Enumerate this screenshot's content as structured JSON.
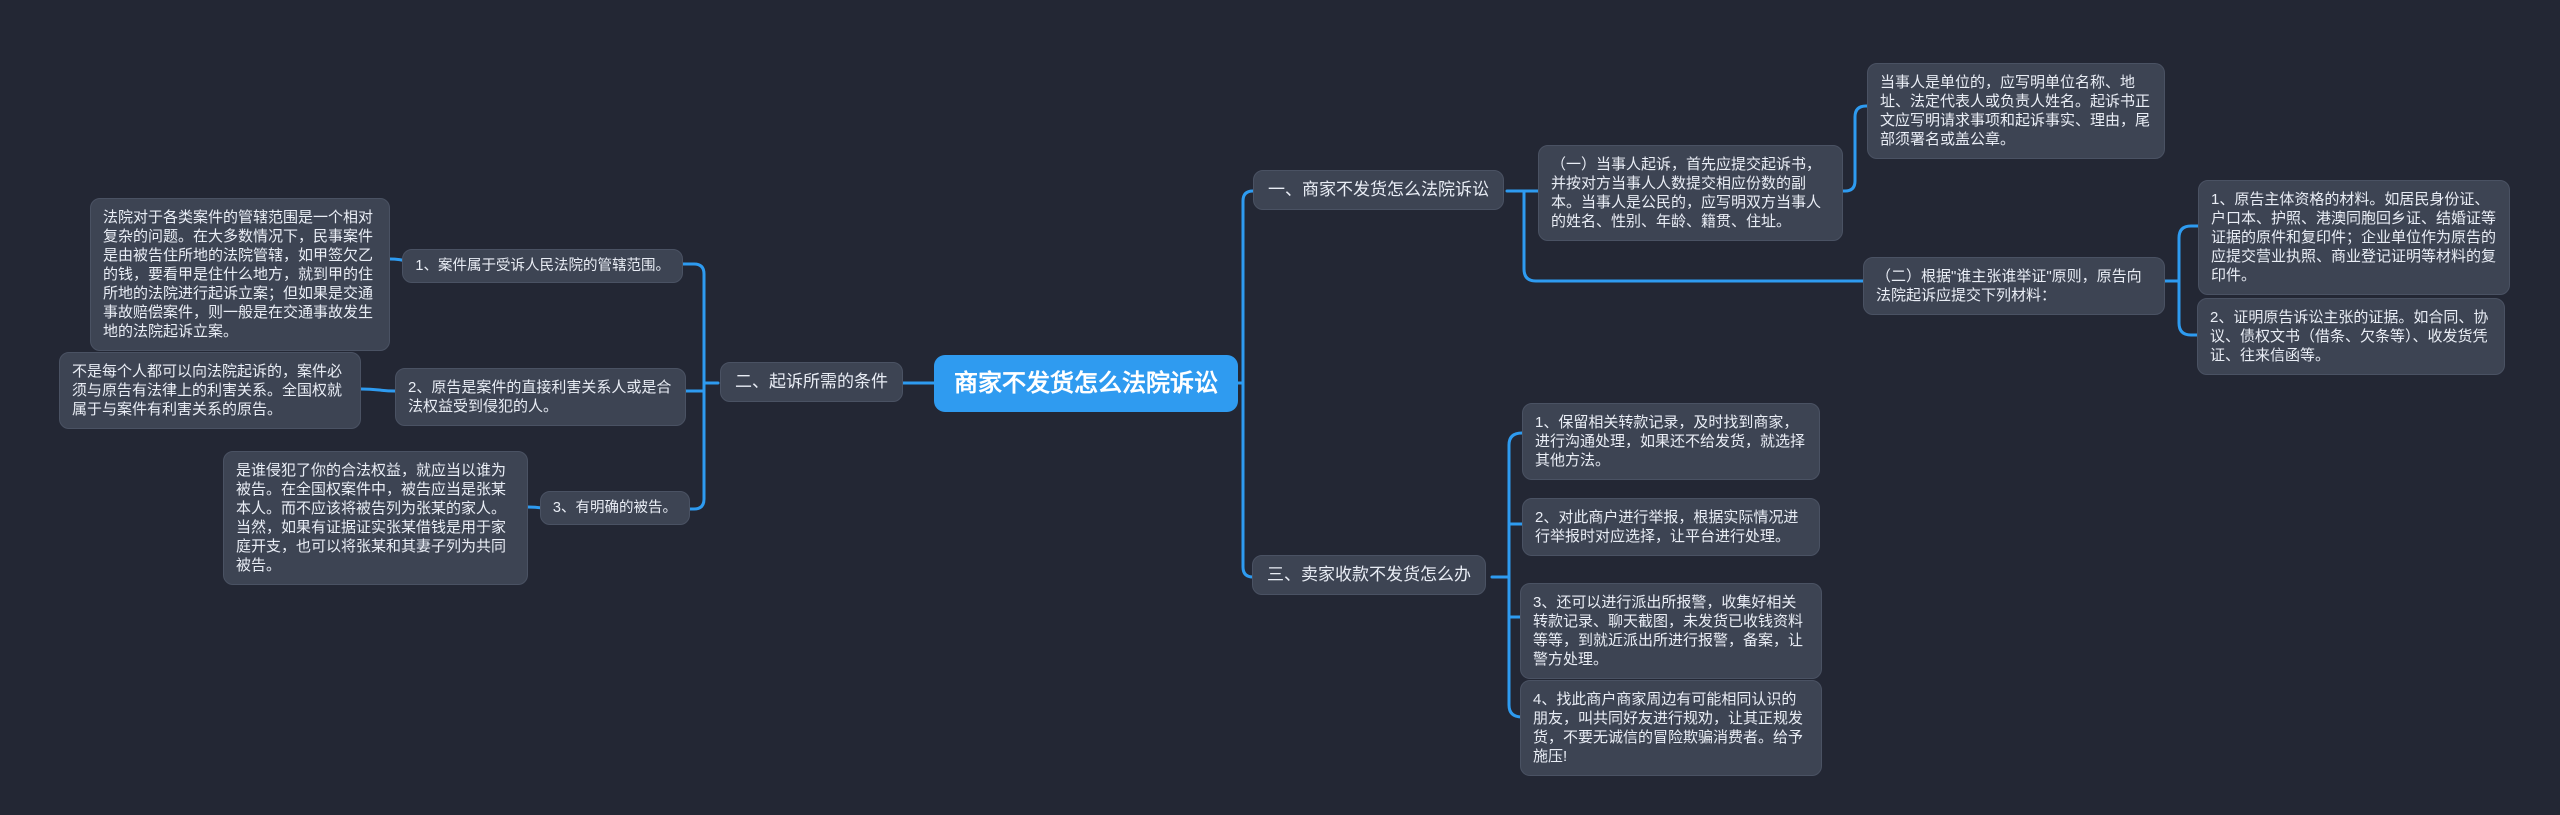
{
  "colors": {
    "background": "#232734",
    "node_background": "#3d4453",
    "node_text": "#e9edf5",
    "center_topic_background": "#2f9bf0",
    "connector": "#2e9bf0"
  },
  "map": {
    "center": "商家不发货怎么法院诉讼",
    "left_branch": {
      "title": "二、起诉所需的条件",
      "items": [
        {
          "label": "1、案件属于受诉人民法院的管辖范围。",
          "note": "法院对于各类案件的管辖范围是一个相对复杂的问题。在大多数情况下，民事案件是由被告住所地的法院管辖，如甲签欠乙的钱，要看甲是住什么地方，就到甲的住所地的法院进行起诉立案；但如果是交通事故赔偿案件，则一般是在交通事故发生地的法院起诉立案。"
        },
        {
          "label": "2、原告是案件的直接利害关系人或是合法权益受到侵犯的人。",
          "note": "不是每个人都可以向法院起诉的，案件必须与原告有法律上的利害关系。全国权就属于与案件有利害关系的原告。"
        },
        {
          "label": "3、有明确的被告。",
          "note": "是谁侵犯了你的合法权益，就应当以谁为被告。在全国权案件中，被告应当是张某本人。而不应该将被告列为张某的家人。当然，如果有证据证实张某借钱是用于家庭开支，也可以将张某和其妻子列为共同被告。"
        }
      ]
    },
    "right_top_branch": {
      "title": "一、商家不发货怎么法院诉讼",
      "sub_one": {
        "label": "（一）当事人起诉，首先应提交起诉书，并按对方当事人人数提交相应份数的副本。当事人是公民的，应写明双方当事人的姓名、性别、年龄、籍贯、住址。",
        "note": "当事人是单位的，应写明单位名称、地址、法定代表人或负责人姓名。起诉书正文应写明请求事项和起诉事实、理由，尾部须署名或盖公章。"
      },
      "sub_two": {
        "label": "（二）根据\"谁主张谁举证\"原则，原告向法院起诉应提交下列材料：",
        "materials": [
          "1、原告主体资格的材料。如居民身份证、户口本、护照、港澳同胞回乡证、结婚证等证据的原件和复印件；企业单位作为原告的应提交营业执照、商业登记证明等材料的复印件。",
          "2、证明原告诉讼主张的证据。如合同、协议、债权文书（借条、欠条等）、收发货凭证、往来信函等。"
        ]
      }
    },
    "right_bottom_branch": {
      "title": "三、卖家收款不发货怎么办",
      "steps": [
        "1、保留相关转款记录，及时找到商家，进行沟通处理，如果还不给发货，就选择其他方法。",
        "2、对此商户进行举报，根据实际情况进行举报时对应选择，让平台进行处理。",
        "3、还可以进行派出所报警，收集好相关转款记录、聊天截图，未发货已收钱资料等等，到就近派出所进行报警，备案，让警方处理。",
        "4、找此商户商家周边有可能相同认识的朋友，叫共同好友进行规劝，让其正规发货，不要无诚信的冒险欺骗消费者。给予施压!"
      ]
    }
  }
}
